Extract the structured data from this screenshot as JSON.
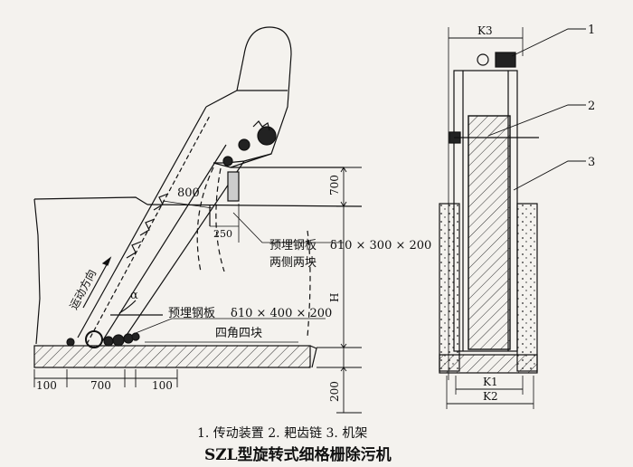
{
  "labels": {
    "dim_800": "800",
    "dim_250": "250",
    "dim_700_top": "700",
    "dim_H": "H",
    "dim_200": "200",
    "dim_100_left": "100",
    "dim_700_bottom": "700",
    "dim_100_right": "100",
    "direction": "运动方向",
    "alpha": "α",
    "plate1_name": "预埋钢板",
    "plate1_spec": "δ10 × 300 × 200",
    "plate1_note": "两侧两块",
    "plate2_name": "预埋钢板",
    "plate2_spec": "δ10 × 400 × 200",
    "plate2_note": "四角四块",
    "k3": "K3",
    "k1": "K1",
    "k2": "K2",
    "callout_1": "1",
    "callout_2": "2",
    "callout_3": "3"
  },
  "legend": "1. 传动装置    2. 耙齿链    3. 机架",
  "title": "SZL型旋转式细格栅除污机"
}
